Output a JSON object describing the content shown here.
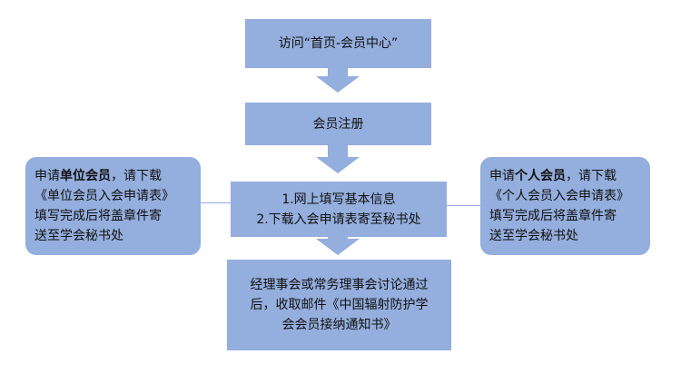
{
  "steps": {
    "visit": "访问“首页-会员中心”",
    "register": "会员注册",
    "fill_line1": "1.网上填写基本信息",
    "fill_line2": "2.下载入会申请表寄至秘书处",
    "approve_line1": "经理事会或常务理事会讨论通过",
    "approve_line2": "后，收取邮件《中国辐射防护学",
    "approve_line3": "会会员接纳通知书》"
  },
  "left_note": {
    "prefix": "申请",
    "bold": "单位会员",
    "suffix": "，请下载",
    "line2": "《单位会员入会申请表》",
    "line3": "填写完成后将盖章件寄",
    "line4": "送至学会秘书处"
  },
  "right_note": {
    "prefix": "申请",
    "bold": "个人会员",
    "suffix": "，请下载",
    "line2": "《个人会员入会申请表》",
    "line3": "填写完成后将盖章件寄",
    "line4": "送至学会秘书处"
  },
  "colors": {
    "box_fill": "#94aedd"
  }
}
